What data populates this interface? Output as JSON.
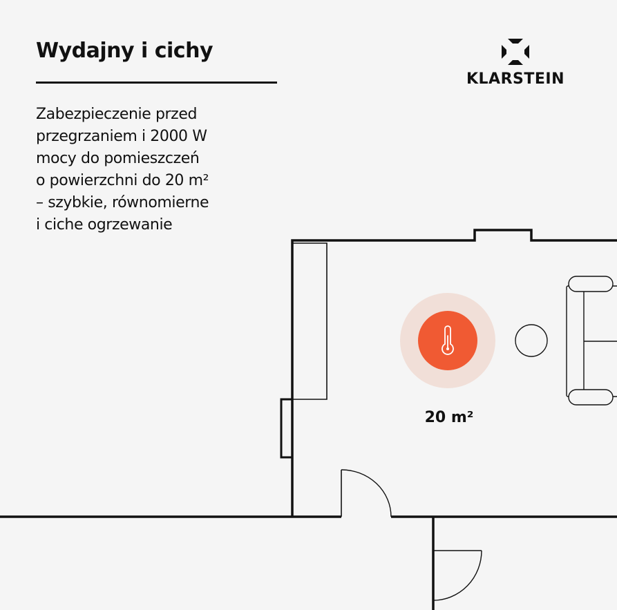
{
  "header": {
    "title": "Wydajny i cichy",
    "description_lines": [
      "Zabezpieczenie przed",
      "przegrzaniem i 2000 W",
      "mocy do pomieszczeń",
      "o powierzchni do 20 m²",
      "– szybkie, równomierne",
      "i ciche ogrzewanie"
    ]
  },
  "brand": {
    "name": "KLARSTEIN",
    "logo_icon": "klarstein-logo-icon"
  },
  "floorplan": {
    "room_area_label": "20 m²",
    "heater_icon": "thermometer-icon",
    "colors": {
      "wall": "#111111",
      "heater": "#f05a33",
      "heater_halo": "#f1dfd8",
      "background": "#f5f5f5"
    }
  }
}
